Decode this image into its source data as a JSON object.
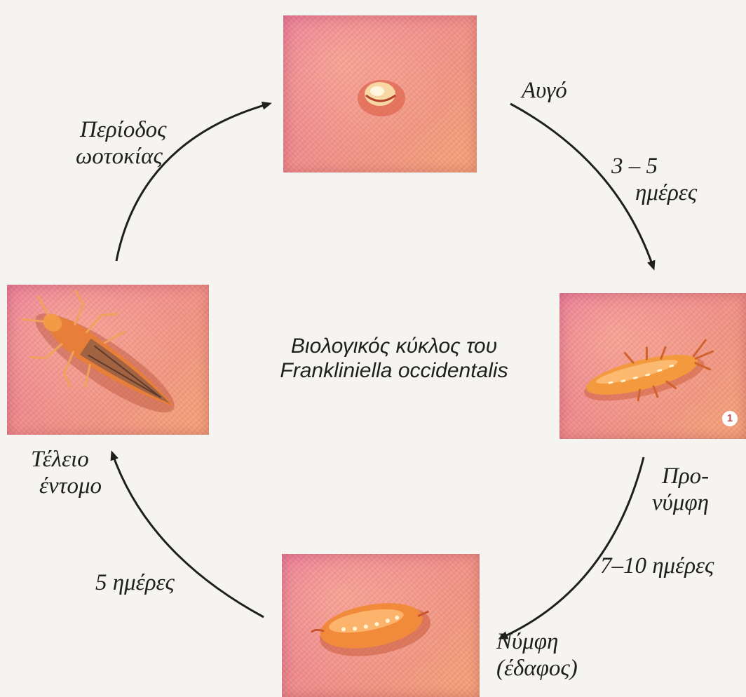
{
  "title": {
    "line1": "Βιολογικός κύκλος του",
    "line2": "Frankliniella occidentalis"
  },
  "stages": {
    "egg": "Αυγό",
    "prenymph_line1": "Προ-",
    "prenymph_line2": "νύμφη",
    "nymph_line1": "Νύμφη",
    "nymph_line2": "(έδαφος)",
    "adult_line1": "Τέλειο",
    "adult_line2": "έντομο"
  },
  "durations": {
    "egg_to_prenymph_line1": "3 – 5",
    "egg_to_prenymph_line2": "ημέρες",
    "prenymph_to_nymph": "7–10 ημέρες",
    "nymph_to_adult": "5 ημέρες",
    "oviposition_line1": "Περίοδος",
    "oviposition_line2": "ωοτοκίας"
  },
  "photo_badge": "1",
  "colors": {
    "photo_pink": "#e7739a",
    "photo_orange": "#f3a475",
    "insect_orange": "#f08a3a",
    "arrow": "#1f1f1f"
  }
}
